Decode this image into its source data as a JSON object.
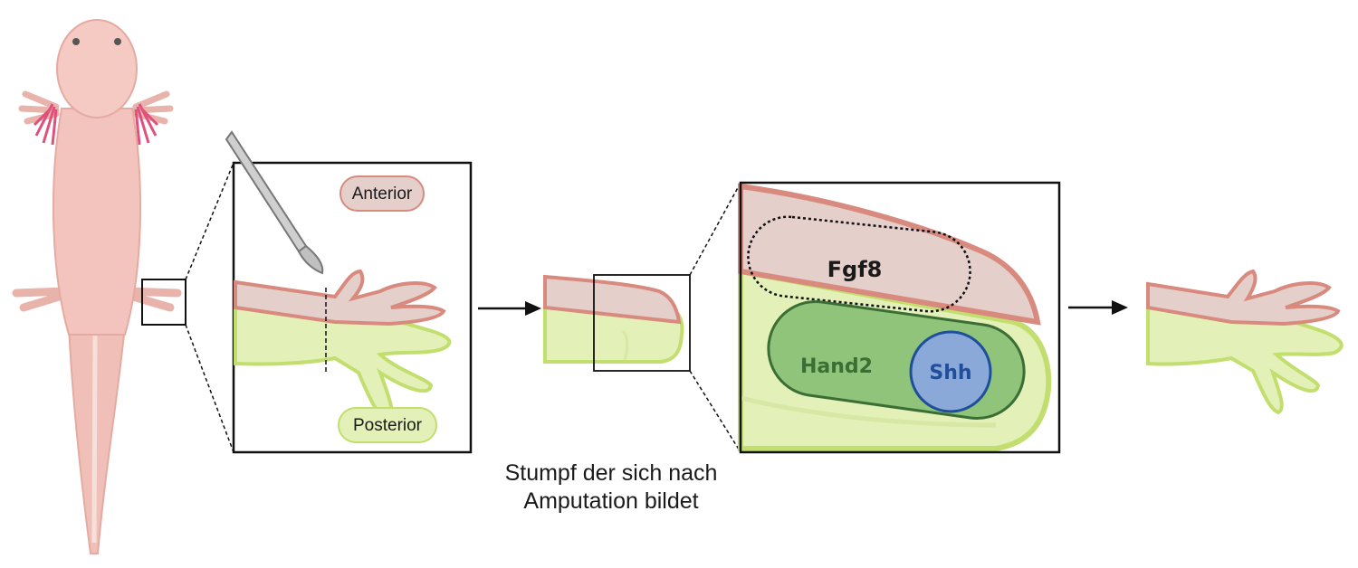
{
  "labels": {
    "anterior": "Anterior",
    "posterior": "Posterior",
    "fgf8": "Fgf8",
    "hand2": "Hand2",
    "shh": "Shh"
  },
  "caption": {
    "line1": "Stumpf der sich nach",
    "line2": "Amputation bildet"
  },
  "colors": {
    "anterior_tissue": "#e4cfcb",
    "anterior_edge": "#d98a7e",
    "posterior_tissue": "#e3f0b8",
    "posterior_edge": "#c2de6e",
    "hand2_fill": "#8fc47a",
    "hand2_stroke": "#3a6e35",
    "shh_fill": "#8aa8d8",
    "shh_stroke": "#1f4f9a",
    "axolotl_body": "#f2c4bd",
    "gills": "#e0507a"
  },
  "icons": [
    "axolotl",
    "scalpel",
    "arrow-right"
  ]
}
